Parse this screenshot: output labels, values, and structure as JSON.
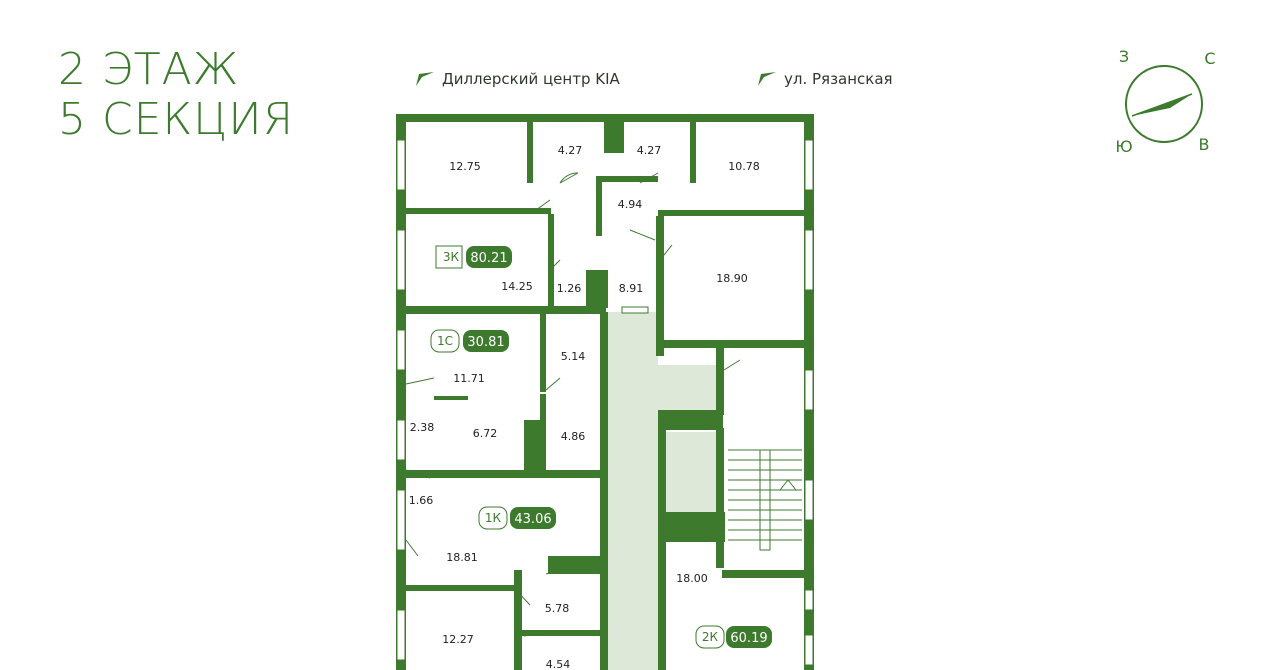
{
  "heading": {
    "floor": "2 ЭТАЖ",
    "section": "5 СЕКЦИЯ"
  },
  "directions": [
    {
      "label": "Диллерский центр KIA"
    },
    {
      "label": "ул. Рязанская"
    }
  ],
  "compass": {
    "north": "С",
    "east": "В",
    "south": "Ю",
    "west": "З"
  },
  "colors": {
    "accent": "#3d7a2e",
    "wall": "#3d7a2e",
    "corridor": "#dde8d8"
  },
  "apartments": [
    {
      "code": "3К",
      "area": "80.21"
    },
    {
      "code": "1С",
      "area": "30.81"
    },
    {
      "code": "1К",
      "area": "43.06"
    },
    {
      "code": "2К",
      "area": "60.19"
    }
  ],
  "rooms": [
    "12.75",
    "4.27",
    "4.27",
    "10.78",
    "4.94",
    "14.25",
    "1.26",
    "8.91",
    "18.90",
    "11.71",
    "5.14",
    "2.38",
    "6.72",
    "4.86",
    "1.66",
    "18.81",
    "18.00",
    "12.27",
    "5.78",
    "4.54"
  ]
}
